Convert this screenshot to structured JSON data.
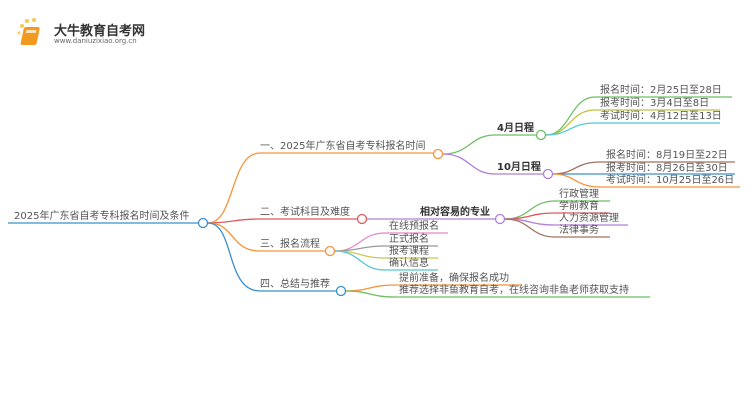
{
  "logo": {
    "title": "大牛教育自考网",
    "url": "www.daniuzixiao.org.cn"
  },
  "root": "2025年广东省自考专科报名时间及条件",
  "branches": [
    {
      "label": "一、2025年广东省自考专科报名时间",
      "children": [
        {
          "label": "4月日程",
          "items": [
            "报名时间：2月25日至28日",
            "报考时间：3月4日至8日",
            "考试时间：4月12日至13日"
          ]
        },
        {
          "label": "10月日程",
          "items": [
            "报名时间：8月19日至22日",
            "报考时间：8月26日至30日",
            "考试时间：10月25日至26日"
          ]
        }
      ]
    },
    {
      "label": "二、考试科目及难度",
      "children": [
        {
          "label": "相对容易的专业",
          "items": [
            "行政管理",
            "学前教育",
            "人力资源管理",
            "法律事务"
          ]
        }
      ]
    },
    {
      "label": "三、报名流程",
      "items": [
        "在线预报名",
        "正式报名",
        "报考课程",
        "确认信息"
      ]
    },
    {
      "label": "四、总结与推荐",
      "items": [
        "提前准备，确保报名成功",
        "推荐选择非鱼教育自考，在线咨询非鱼老师获取支持"
      ]
    }
  ],
  "colors": {
    "root": "#3a8fd0",
    "orange": "#f5943a",
    "red": "#e05a5a",
    "blue": "#3a8fd0",
    "green": "#6cc060",
    "purple": "#b07fd8"
  }
}
